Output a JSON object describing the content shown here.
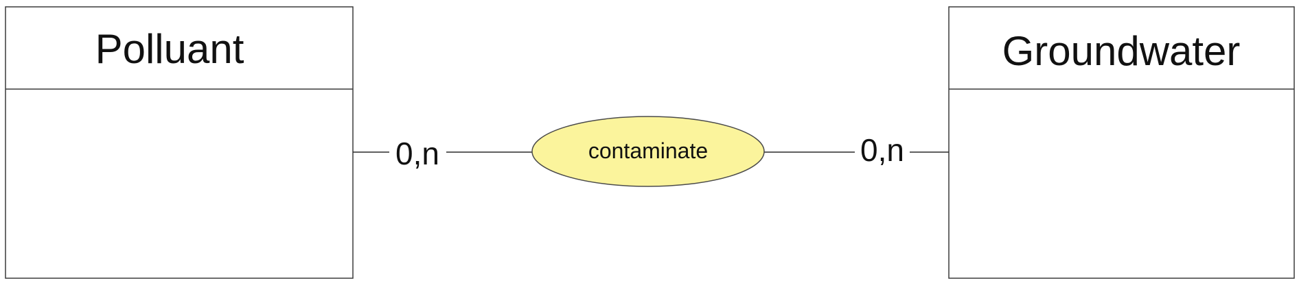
{
  "entities": {
    "left": {
      "name": "Polluant"
    },
    "right": {
      "name": "Groundwater"
    }
  },
  "relationship": {
    "name": "contaminate",
    "fill_color": "#fbf49c"
  },
  "cardinalities": {
    "left": "0,n",
    "right": "0,n"
  }
}
